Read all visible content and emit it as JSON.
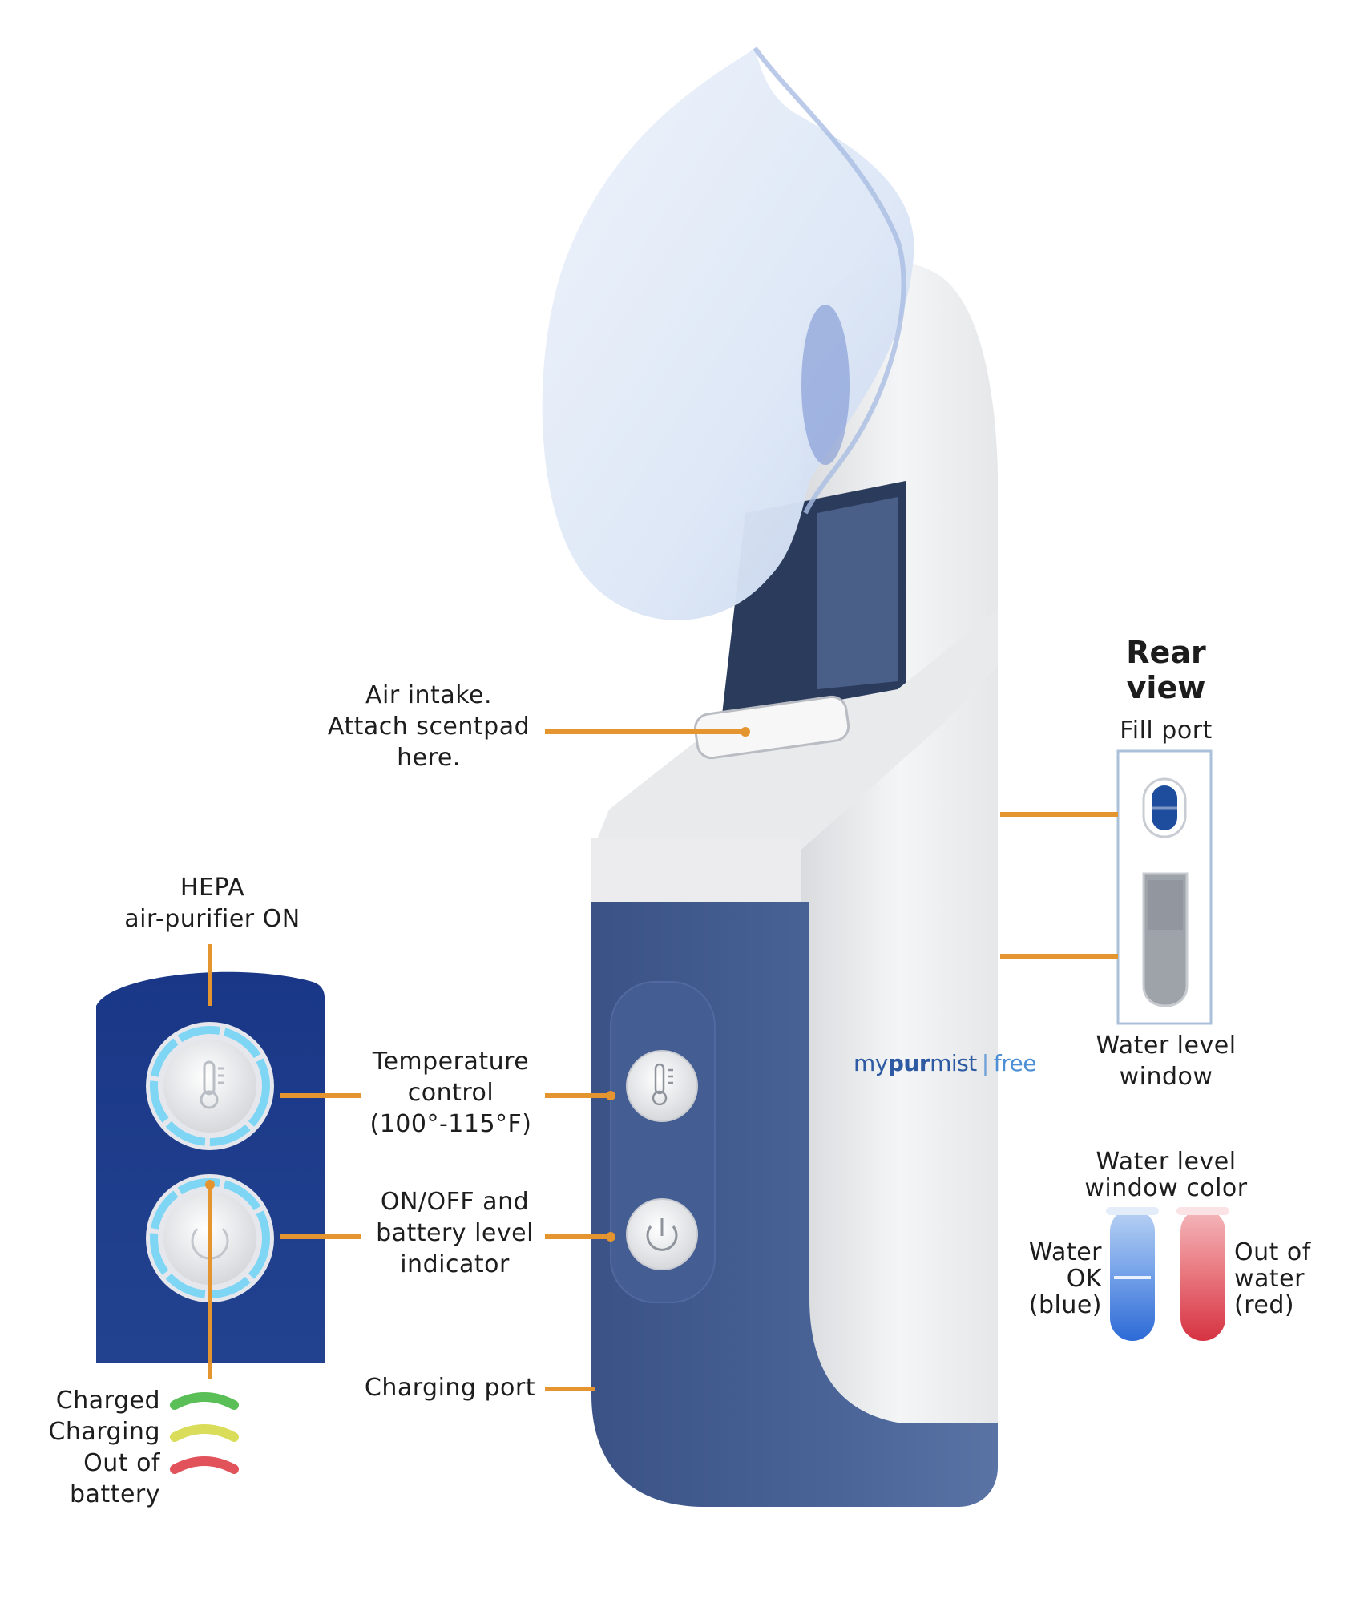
{
  "brand": {
    "prefix": "my",
    "strong": "pur",
    "suffix": "mist",
    "model": "free"
  },
  "colors": {
    "accent_line": "#e4952f",
    "body_blue": "#3f5a8c",
    "panel_blue": "#1f3d8c",
    "glow": "#7fd6f4"
  },
  "labels": {
    "air_intake": [
      "Air intake.",
      "Attach scentpad",
      "here."
    ],
    "hepa": [
      "HEPA",
      "air-purifier ON"
    ],
    "temperature": [
      "Temperature",
      "control",
      "(100°-115°F)"
    ],
    "onoff": [
      "ON/OFF and",
      "battery level",
      "indicator"
    ],
    "charging_port": "Charging port",
    "fill_port": "Fill port",
    "water_level_window": [
      "Water level",
      "window"
    ],
    "rear_view": "Rear view",
    "window_color_title": [
      "Water level",
      "window color"
    ],
    "water_ok": [
      "Water",
      "OK",
      "(blue)"
    ],
    "out_of_water": [
      "Out of",
      "water",
      "(red)"
    ]
  },
  "battery_legend": [
    {
      "label": "Charged",
      "color": "#5bbf57"
    },
    {
      "label": "Charging",
      "color": "#d9dd5a"
    },
    {
      "label": "Out of",
      "color": "#e2525a"
    },
    {
      "label": "battery",
      "color": ""
    }
  ],
  "icons": [
    "thermometer-icon",
    "power-icon"
  ]
}
